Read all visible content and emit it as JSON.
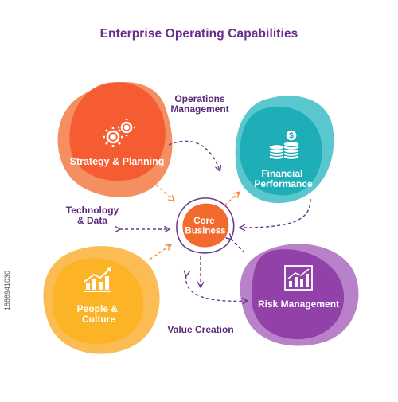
{
  "title": "Enterprise Operating Capabilities",
  "colors": {
    "title": "#6a2c8e",
    "label": "#5a2a7a",
    "orange": "#f26a2e",
    "teal": "#22b5bd",
    "yellow": "#f9a51b",
    "purple": "#8e3aa6",
    "arrow_orange": "#f08a3a",
    "arrow_purple": "#6b3b8a"
  },
  "center": {
    "label": "Core\nBusiness"
  },
  "nodes": [
    {
      "id": "strategy",
      "label": "Strategy & Planning",
      "icon": "gears-icon"
    },
    {
      "id": "financial",
      "label": "Financial\nPerformance",
      "icon": "coins-icon"
    },
    {
      "id": "people",
      "label": "People &\nCulture",
      "icon": "growth-chart-icon"
    },
    {
      "id": "risk",
      "label": "Risk Management",
      "icon": "bar-chart-icon"
    }
  ],
  "floating_labels": {
    "operations": "Operations\nManagement",
    "technology": "Technology\n& Data",
    "value": "Value Creation"
  },
  "side_id": "1886941030"
}
